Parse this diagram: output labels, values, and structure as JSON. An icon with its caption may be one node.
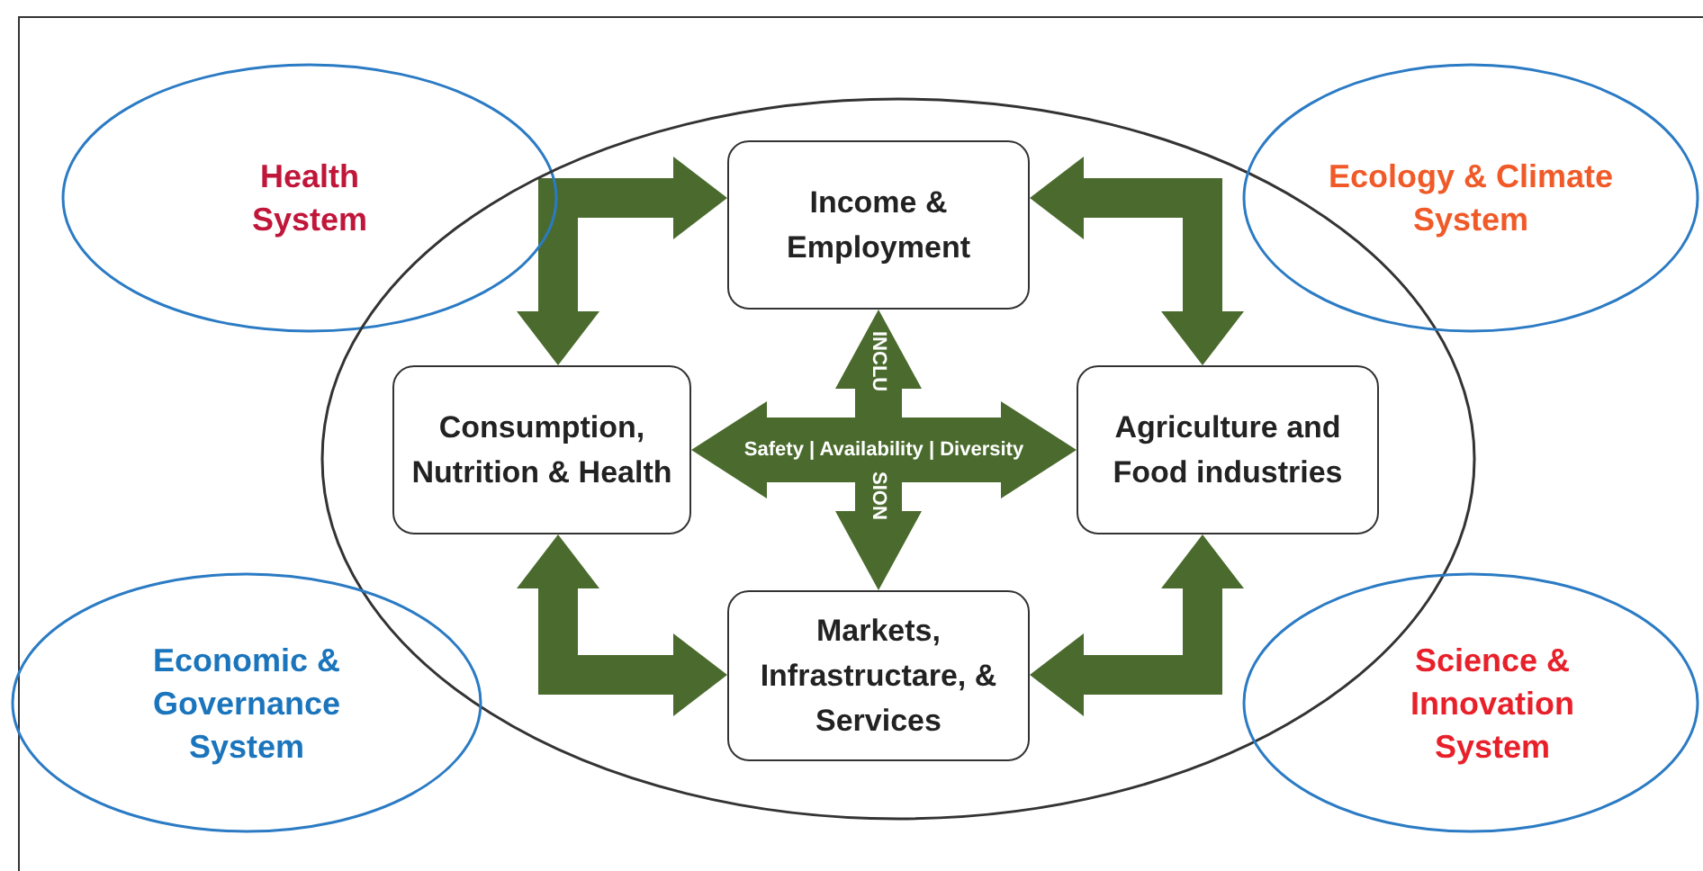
{
  "diagram": {
    "nodes": [
      {
        "text": [
          "Health System"
        ]
      },
      {
        "text": [],
        "shape": "ellipse"
      },
      {
        "text": [
          "Income & Employment"
        ],
        "in": 1
      },
      {
        "text": [
          "Ecology & Climate System"
        ]
      },
      {
        "text": [
          "Consumption, Nutrition & Health"
        ],
        "in": 1
      },
      {
        "text": [
          "Agriculture and Food industries"
        ],
        "in": 1
      },
      {
        "text": [
          "Markets, Infrastructare, & Services"
        ],
        "in": 1
      },
      {
        "text": [
          "Economic & Governance System"
        ]
      },
      {
        "text": [
          "Science & Innovation System"
        ]
      }
    ],
    "edges": [
      {
        "from": 2,
        "to": 4,
        "arrow": "both",
        "style": "thick"
      },
      {
        "from": 2,
        "to": 5,
        "arrow": "both",
        "style": "thick"
      },
      {
        "from": 4,
        "to": 6,
        "arrow": "both",
        "style": "thick"
      },
      {
        "from": 5,
        "to": 6,
        "arrow": "both",
        "style": "thick"
      },
      {
        "from": 4,
        "to": 5,
        "arrow": "both",
        "style": "thick",
        "label": "Safety | Availability | Diversity"
      },
      {
        "from": 2,
        "to": 6,
        "arrow": "both",
        "style": "thick"
      }
    ],
    "labels": [
      "INCLU",
      "SION"
    ]
  }
}
